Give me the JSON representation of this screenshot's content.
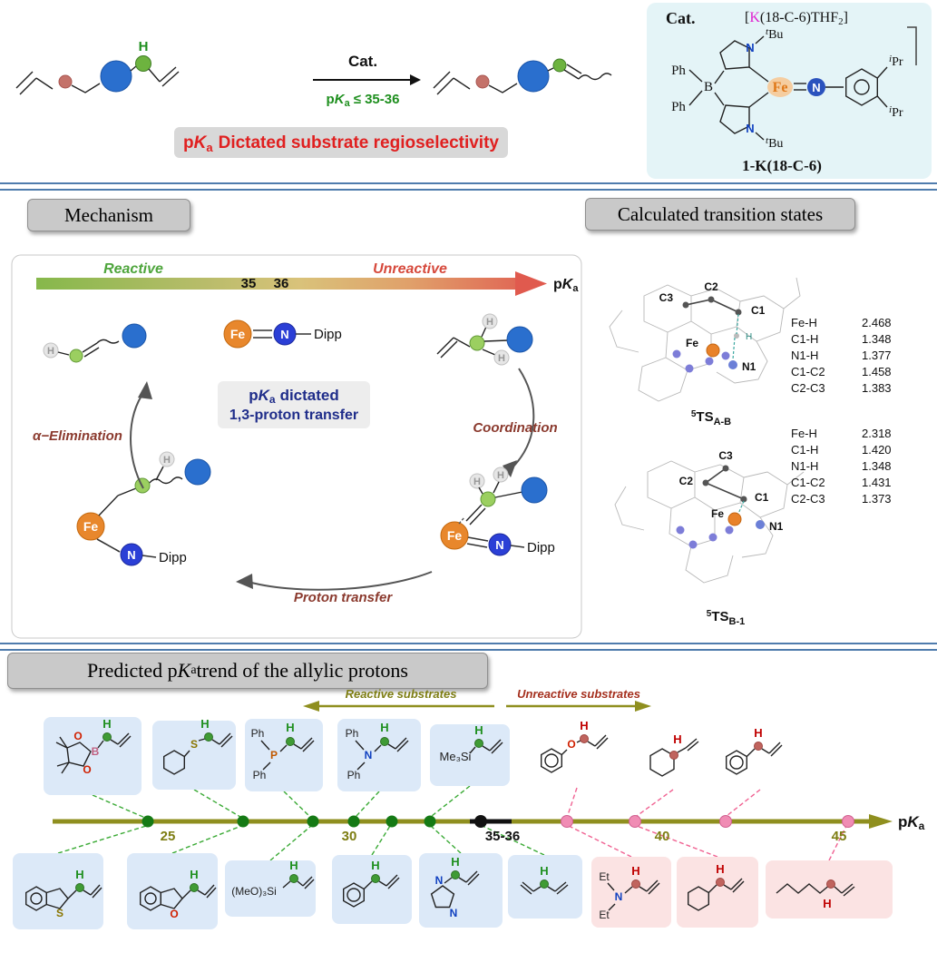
{
  "colors": {
    "green": "#1e8f1e",
    "red": "#e02020",
    "olive": "#8f8f1f",
    "maroon": "#8b3a2e",
    "navy": "#1f2d8a",
    "blue_sphere": "#2a6fce",
    "orange_fe": "#e8872c",
    "pink_dot": "#f08cb4",
    "magenta_k": "#e020d0",
    "card_blue": "#dce9f8",
    "card_pink": "#fbe3e3"
  },
  "top_scheme": {
    "h_on_reactant": "H",
    "cat_label": "Cat.",
    "cond_p": "p",
    "cond_k": "K",
    "cond_a": "a",
    "cond_rest": "≤ 35-36",
    "tag_p": "p",
    "tag_k": "K",
    "tag_a": "a",
    "tag_rest": "Dictated substrate regioselectivity"
  },
  "catalyst": {
    "cat_label": "Cat.",
    "formula_open": "[",
    "formula_k": "K",
    "formula_mid": "(18-C-6)THF",
    "formula_sub": "2",
    "formula_close": "]",
    "ph_top": "Ph",
    "ph_bottom": "Ph",
    "b": "B",
    "n_top": "N",
    "tbu_top_sup": "t",
    "tbu_top": "Bu",
    "n_bottom": "N",
    "tbu_bottom_sup": "t",
    "tbu_bottom": "Bu",
    "fe": "Fe",
    "n_imido": "N",
    "ipr_top_sup": "i",
    "ipr_top": "Pr",
    "ipr_bottom_sup": "i",
    "ipr_bottom": "Pr",
    "name": "1-K(18-C-6)"
  },
  "headers": {
    "mechanism": "Mechanism",
    "transition_states": "Calculated transition states",
    "trend_prefix": "Predicted p",
    "trend_k": "K",
    "trend_a": "a",
    "trend_su7fix_unused": "",
    "trend_suffix": " trend of the allylic protons"
  },
  "mechanism": {
    "reactive": "Reactive",
    "unreactive": "Unreactive",
    "t35": "35",
    "t36": "36",
    "pka_p": "p",
    "pka_k": "K",
    "pka_a": "a",
    "center_p": "p",
    "center_k": "K",
    "center_a": "a",
    "center_rest": "dictated",
    "center_line2": "1,3-proton transfer",
    "alpha_elimination": "α−Elimination",
    "coordination": "Coordination",
    "proton_transfer": "Proton transfer",
    "fe": "Fe",
    "n": "N",
    "dipp": "Dipp",
    "h": "H"
  },
  "transition_states": {
    "ts1": {
      "sup": "5",
      "main": "TS",
      "sub": "A-B",
      "c1": "C1",
      "c2": "C2",
      "c3": "C3",
      "fe": "Fe",
      "n1": "N1",
      "h": "H",
      "bonds": [
        {
          "pair": "Fe-H",
          "dist": "2.468"
        },
        {
          "pair": "C1-H",
          "dist": "1.348"
        },
        {
          "pair": "N1-H",
          "dist": "1.377"
        },
        {
          "pair": "C1-C2",
          "dist": "1.458"
        },
        {
          "pair": "C2-C3",
          "dist": "1.383"
        }
      ]
    },
    "ts2": {
      "sup": "5",
      "main": "TS",
      "sub": "B-1",
      "c1": "C1",
      "c2": "C2",
      "c3": "C3",
      "fe": "Fe",
      "n1": "N1",
      "bonds": [
        {
          "pair": "Fe-H",
          "dist": "2.318"
        },
        {
          "pair": "C1-H",
          "dist": "1.420"
        },
        {
          "pair": "N1-H",
          "dist": "1.348"
        },
        {
          "pair": "C1-C2",
          "dist": "1.431"
        },
        {
          "pair": "C2-C3",
          "dist": "1.373"
        }
      ]
    }
  },
  "trend": {
    "reactive_label": "Reactive substrates",
    "unreactive_label": "Unreactive substrates",
    "axis_p": "p",
    "axis_k": "K",
    "axis_a": "a",
    "ticks": {
      "t25": "25",
      "t30": "30",
      "t3536": "35-36",
      "t40": "40",
      "t45": "45"
    },
    "cards": {
      "boronate": {
        "b": "B",
        "o1": "O",
        "o2": "O",
        "h": "H"
      },
      "phenylthio": {
        "s": "S",
        "h": "H"
      },
      "phosphine": {
        "ph1": "Ph",
        "p": "P",
        "ph2": "Ph",
        "h": "H"
      },
      "amine": {
        "ph1": "Ph",
        "n": "N",
        "ph2": "Ph",
        "h": "H"
      },
      "tms": {
        "group": "Me₃Si",
        "h": "H"
      },
      "phenoxy": {
        "o": "O",
        "h": "H"
      },
      "vinylcyclohexane": {
        "h": "H"
      },
      "benzyl": {
        "h": "H"
      },
      "benzothiophene": {
        "s": "S",
        "h": "H"
      },
      "benzofuran": {
        "o": "O",
        "h": "H"
      },
      "tmos": {
        "group": "(MeO)₃Si",
        "h": "H"
      },
      "allylbenzene": {
        "h": "H"
      },
      "imidazole": {
        "n1": "N",
        "n2": "N",
        "h": "H"
      },
      "pentadiene": {
        "h": "H"
      },
      "diethylamine": {
        "et1": "Et",
        "n": "N",
        "et2": "Et",
        "h": "H"
      },
      "allylcyclohexane": {
        "h": "H"
      },
      "heptene": {
        "h": "H"
      }
    }
  },
  "chart_data": {
    "type": "scatter",
    "title": "Predicted pKa trend of the allylic protons",
    "xlabel": "pKa",
    "xlim": [
      22,
      47
    ],
    "axis_ticks": [
      "25",
      "30",
      "35-36",
      "40",
      "45"
    ],
    "threshold_region": "35-36",
    "points": [
      {
        "substrate": "allyl pinacol boronate",
        "pka_approx": 24.5,
        "group": "reactive"
      },
      {
        "substrate": "allyl phenyl sulfide",
        "pka_approx": 27,
        "group": "reactive"
      },
      {
        "substrate": "allyl diphenylphosphine",
        "pka_approx": 29,
        "group": "reactive"
      },
      {
        "substrate": "allyl diphenylamine",
        "pka_approx": 30,
        "group": "reactive"
      },
      {
        "substrate": "allyl trimethylsilane",
        "pka_approx": 32,
        "group": "reactive"
      },
      {
        "substrate": "2-allylbenzothiophene",
        "pka_approx": 24.5,
        "group": "reactive"
      },
      {
        "substrate": "2-allylbenzofuran",
        "pka_approx": 27,
        "group": "reactive"
      },
      {
        "substrate": "allyl trimethoxysilane",
        "pka_approx": 29,
        "group": "reactive"
      },
      {
        "substrate": "allylbenzene",
        "pka_approx": 31,
        "group": "reactive"
      },
      {
        "substrate": "N-allylimidazole",
        "pka_approx": 32,
        "group": "reactive"
      },
      {
        "substrate": "1,4-pentadiene",
        "pka_approx": 35.5,
        "group": "threshold"
      },
      {
        "substrate": "allyl phenyl ether",
        "pka_approx": 37.5,
        "group": "unreactive"
      },
      {
        "substrate": "N,N-diethylallylamine",
        "pka_approx": 37.5,
        "group": "unreactive"
      },
      {
        "substrate": "vinylcyclohexane",
        "pka_approx": 40,
        "group": "unreactive"
      },
      {
        "substrate": "allylcyclohexane",
        "pka_approx": 40,
        "group": "unreactive"
      },
      {
        "substrate": "4-phenyl-1-butene",
        "pka_approx": 42.5,
        "group": "unreactive"
      },
      {
        "substrate": "terminal aliphatic alkene",
        "pka_approx": 46,
        "group": "unreactive"
      }
    ]
  }
}
